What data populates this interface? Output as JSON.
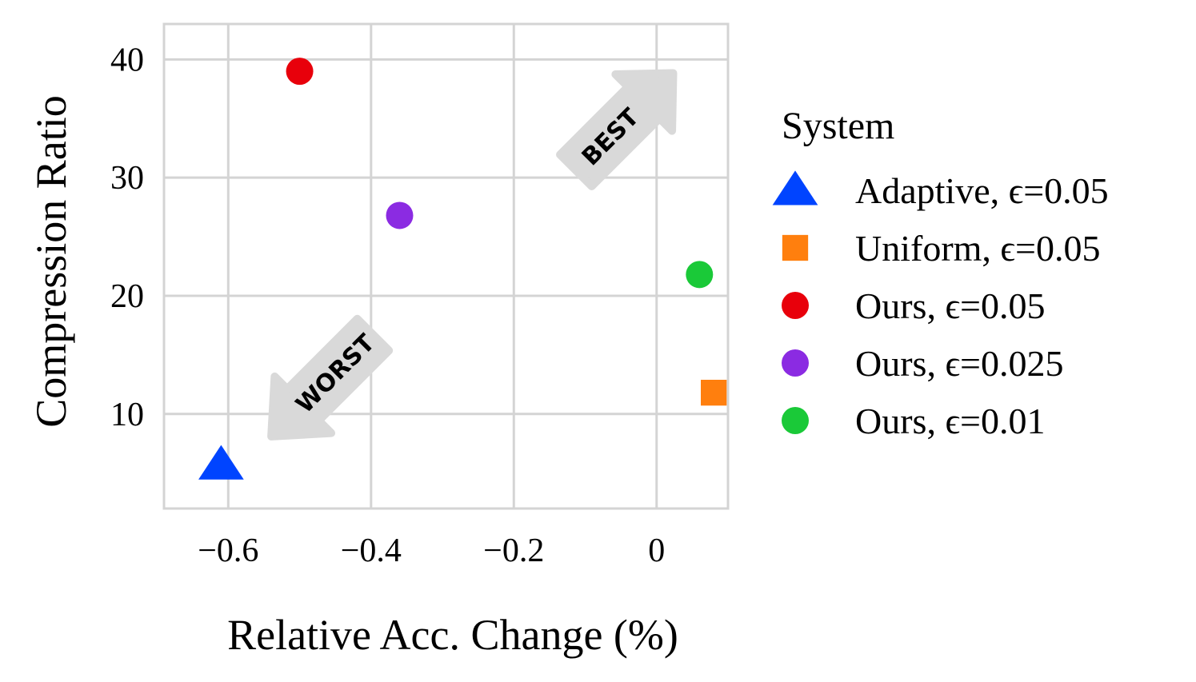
{
  "chart_data": {
    "type": "scatter",
    "xlabel": "Relative Acc. Change (%)",
    "ylabel": "Compression Ratio",
    "xlim": [
      -0.69,
      0.1
    ],
    "ylim": [
      2,
      43
    ],
    "grid": true,
    "x_ticks": [
      -0.6,
      -0.4,
      -0.2,
      0
    ],
    "x_tick_labels": [
      "−0.6",
      "−0.4",
      "−0.2",
      "0"
    ],
    "y_ticks": [
      10,
      20,
      30,
      40
    ],
    "y_tick_labels": [
      "10",
      "20",
      "30",
      "40"
    ],
    "legend": {
      "title": "System",
      "placement": "right"
    },
    "series": [
      {
        "name": "Adaptive, ϵ=0.05",
        "marker": "triangle",
        "color": "#0044ff",
        "x": [
          -0.61
        ],
        "y": [
          5.7
        ]
      },
      {
        "name": "Uniform, ϵ=0.05",
        "marker": "square",
        "color": "#ff7f0e",
        "x": [
          0.08
        ],
        "y": [
          11.8
        ]
      },
      {
        "name": "Ours, ϵ=0.05",
        "marker": "circle",
        "color": "#e8000b",
        "x": [
          -0.5
        ],
        "y": [
          39.0
        ]
      },
      {
        "name": "Ours, ϵ=0.025",
        "marker": "circle",
        "color": "#8b2be2",
        "x": [
          -0.36
        ],
        "y": [
          26.8
        ]
      },
      {
        "name": "Ours, ϵ=0.01",
        "marker": "circle",
        "color": "#1ac938",
        "x": [
          0.06
        ],
        "y": [
          21.8
        ]
      }
    ],
    "annotations": [
      {
        "text": "BEST",
        "direction": "up-right"
      },
      {
        "text": "WORST",
        "direction": "down-left"
      }
    ]
  }
}
